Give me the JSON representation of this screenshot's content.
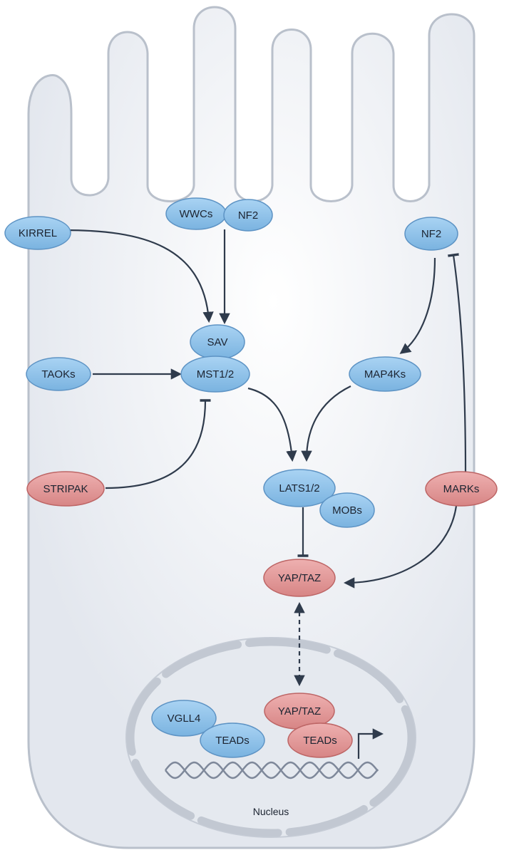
{
  "colors": {
    "blue_node": "#8ec2ea",
    "blue_stroke": "#5d93c4",
    "red_node": "#e39a9a",
    "red_stroke": "#bd6565",
    "arrow": "#2f3b4c",
    "cell_fill": "#eceff4",
    "cell_stroke": "#b9c0cb",
    "nucleus_fill": "#e5e9ef",
    "dna": "#7e889a"
  },
  "nodes": {
    "kirrel": "KIRREL",
    "wwcs": "WWCs",
    "nf2_top": "NF2",
    "nf2_right": "NF2",
    "sav": "SAV",
    "taoks": "TAOKs",
    "mst12": "MST1/2",
    "map4ks": "MAP4Ks",
    "stripak": "STRIPAK",
    "lats12": "LATS1/2",
    "mobs": "MOBs",
    "marks": "MARKs",
    "yaptaz": "YAP/TAZ",
    "vgll4": "VGLL4",
    "teads_left": "TEADs",
    "yaptaz_nuclear": "YAP/TAZ",
    "teads_right": "TEADs"
  },
  "nucleus_label": "Nucleus"
}
